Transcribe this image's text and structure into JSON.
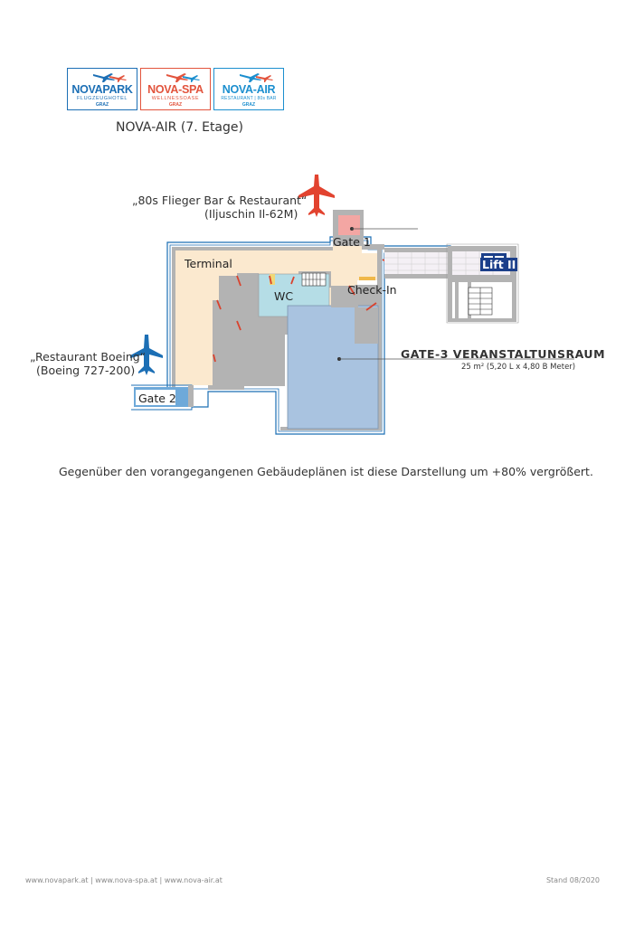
{
  "logos": [
    {
      "brand": "NOVAPARK",
      "sub": "FLUGZEUGHOTEL",
      "city": "GRAZ",
      "color": "#1c6fb5"
    },
    {
      "brand": "NOVA-SPA",
      "sub": "WELLNESSOASE",
      "city": "GRAZ",
      "color": "#e2543d"
    },
    {
      "brand": "NOVA-AIR",
      "sub": "RESTAURANT | 80s BAR",
      "city": "GRAZ",
      "color": "#1c8fcf"
    }
  ],
  "subtitle": "NOVA-AIR (7. Etage)",
  "labels": {
    "bar_line1": "„80s Flieger Bar & Restaurant“",
    "bar_line2": "(Iljuschin Il-62M)",
    "restaurant_line1": "„Restaurant Boeing“",
    "restaurant_line2": "(Boeing 727-200)",
    "gate1": "Gate 1",
    "gate2": "Gate 2",
    "terminal": "Terminal",
    "wc": "WC",
    "checkin": "Check-In",
    "lift": "Lift II",
    "gate3_title": "GATE-3 VERANSTALTUNSRAUM",
    "gate3_size": "25 m² (5,20 L x 4,80 B Meter)"
  },
  "note": "Gegenüber den vorangegangenen Gebäudeplänen ist diese Darstellung um +80% vergrößert.",
  "footer": {
    "links": "www.novapark.at | www.nova-spa.at | www.nova-air.at",
    "date": "Stand 08/2020"
  },
  "colors": {
    "terminal_floor": "#fbe9cf",
    "gate3_room": "#a9c3e0",
    "wc": "#b5dde6",
    "walls_gray": "#b3b3b3",
    "outline_blue": "#1c6fb5",
    "red_plane": "#e2432f",
    "blue_plane": "#1c6fb5",
    "gate1_pink": "#f3a6a3"
  },
  "icons": [
    "red-plane-icon",
    "blue-plane-icon",
    "stairs-icon",
    "door-icon",
    "lift-icon"
  ]
}
